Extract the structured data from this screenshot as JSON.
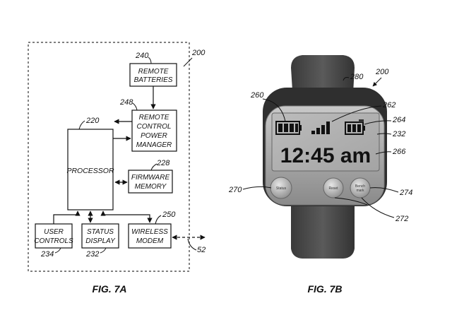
{
  "fig7a": {
    "caption": "FIG. 7A",
    "ref_main": "200",
    "remote_batteries": {
      "ref": "240",
      "lines": [
        "REMOTE",
        "BATTERIES"
      ]
    },
    "power_manager": {
      "ref": "248",
      "lines": [
        "REMOTE",
        "CONTROL",
        "POWER",
        "MANAGER"
      ]
    },
    "processor": {
      "ref": "220",
      "label": "PROCESSOR"
    },
    "firmware_memory": {
      "ref": "228",
      "lines": [
        "FIRMWARE",
        "MEMORY"
      ]
    },
    "user_controls": {
      "ref": "234",
      "lines": [
        "USER",
        "CONTROLS"
      ]
    },
    "status_display": {
      "ref": "232",
      "lines": [
        "STATUS",
        "DISPLAY"
      ]
    },
    "wireless_modem": {
      "ref": "250",
      "lines": [
        "WIRELESS",
        "MODEM"
      ]
    },
    "wireless_link_ref": "52"
  },
  "fig7b": {
    "caption": "FIG. 7B",
    "ref_main": "200",
    "strap_ref": "280",
    "battery_ref": "260",
    "signal_ref": "262",
    "remote_battery_ref": "264",
    "display_ref": "232",
    "time_ref": "266",
    "status_button_ref": "270",
    "middle_buttons_ref": "272",
    "right_button_ref": "274",
    "time": "12:45 am",
    "button_left": "Status",
    "button_middle": "Reset",
    "button_right_lines": [
      "Bench",
      "mark"
    ]
  }
}
